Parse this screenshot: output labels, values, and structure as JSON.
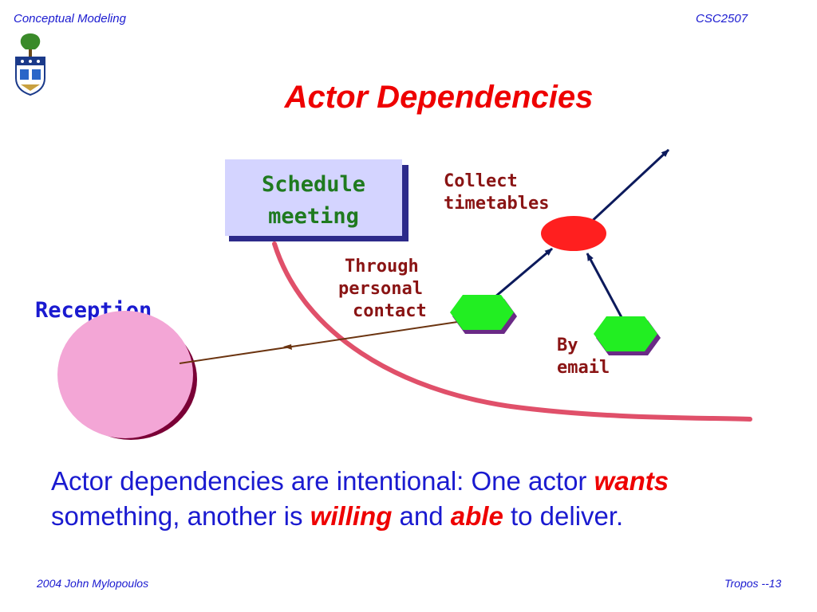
{
  "header": {
    "left": "Conceptual Modeling",
    "right": "CSC2507"
  },
  "title": "Actor Dependencies",
  "diagram": {
    "task_box": {
      "line1": "Schedule",
      "line2": "meeting"
    },
    "actor_label": "Reception",
    "goal_label": {
      "line1": "Collect",
      "line2": "timetables"
    },
    "means1_label": {
      "line1": "Through",
      "line2": "personal",
      "line3": "contact"
    },
    "means2_label": {
      "line1": "By",
      "line2": "email"
    },
    "colors": {
      "task_fill": "#d4d4ff",
      "task_text": "#1f7a1f",
      "actor_fill": "#f3a6d6",
      "actor_shadow": "#7a0036",
      "goal_fill": "#ff1f1f",
      "hex_fill": "#22ee22",
      "hex_shadow": "#6a2a86",
      "boundary": "#e0506a",
      "dependency_arrow": "#6b3410",
      "link_arrow": "#0c1a5c",
      "label_color": "#8a1414"
    }
  },
  "body": {
    "part1": "Actor dependencies are intentional: One actor ",
    "wants": "wants",
    "part2": " something, another is ",
    "willing": "willing",
    "part3": " and ",
    "able": "able",
    "part4": " to deliver."
  },
  "footer": {
    "left": "2004 John Mylopoulos",
    "right": "Tropos --13"
  }
}
